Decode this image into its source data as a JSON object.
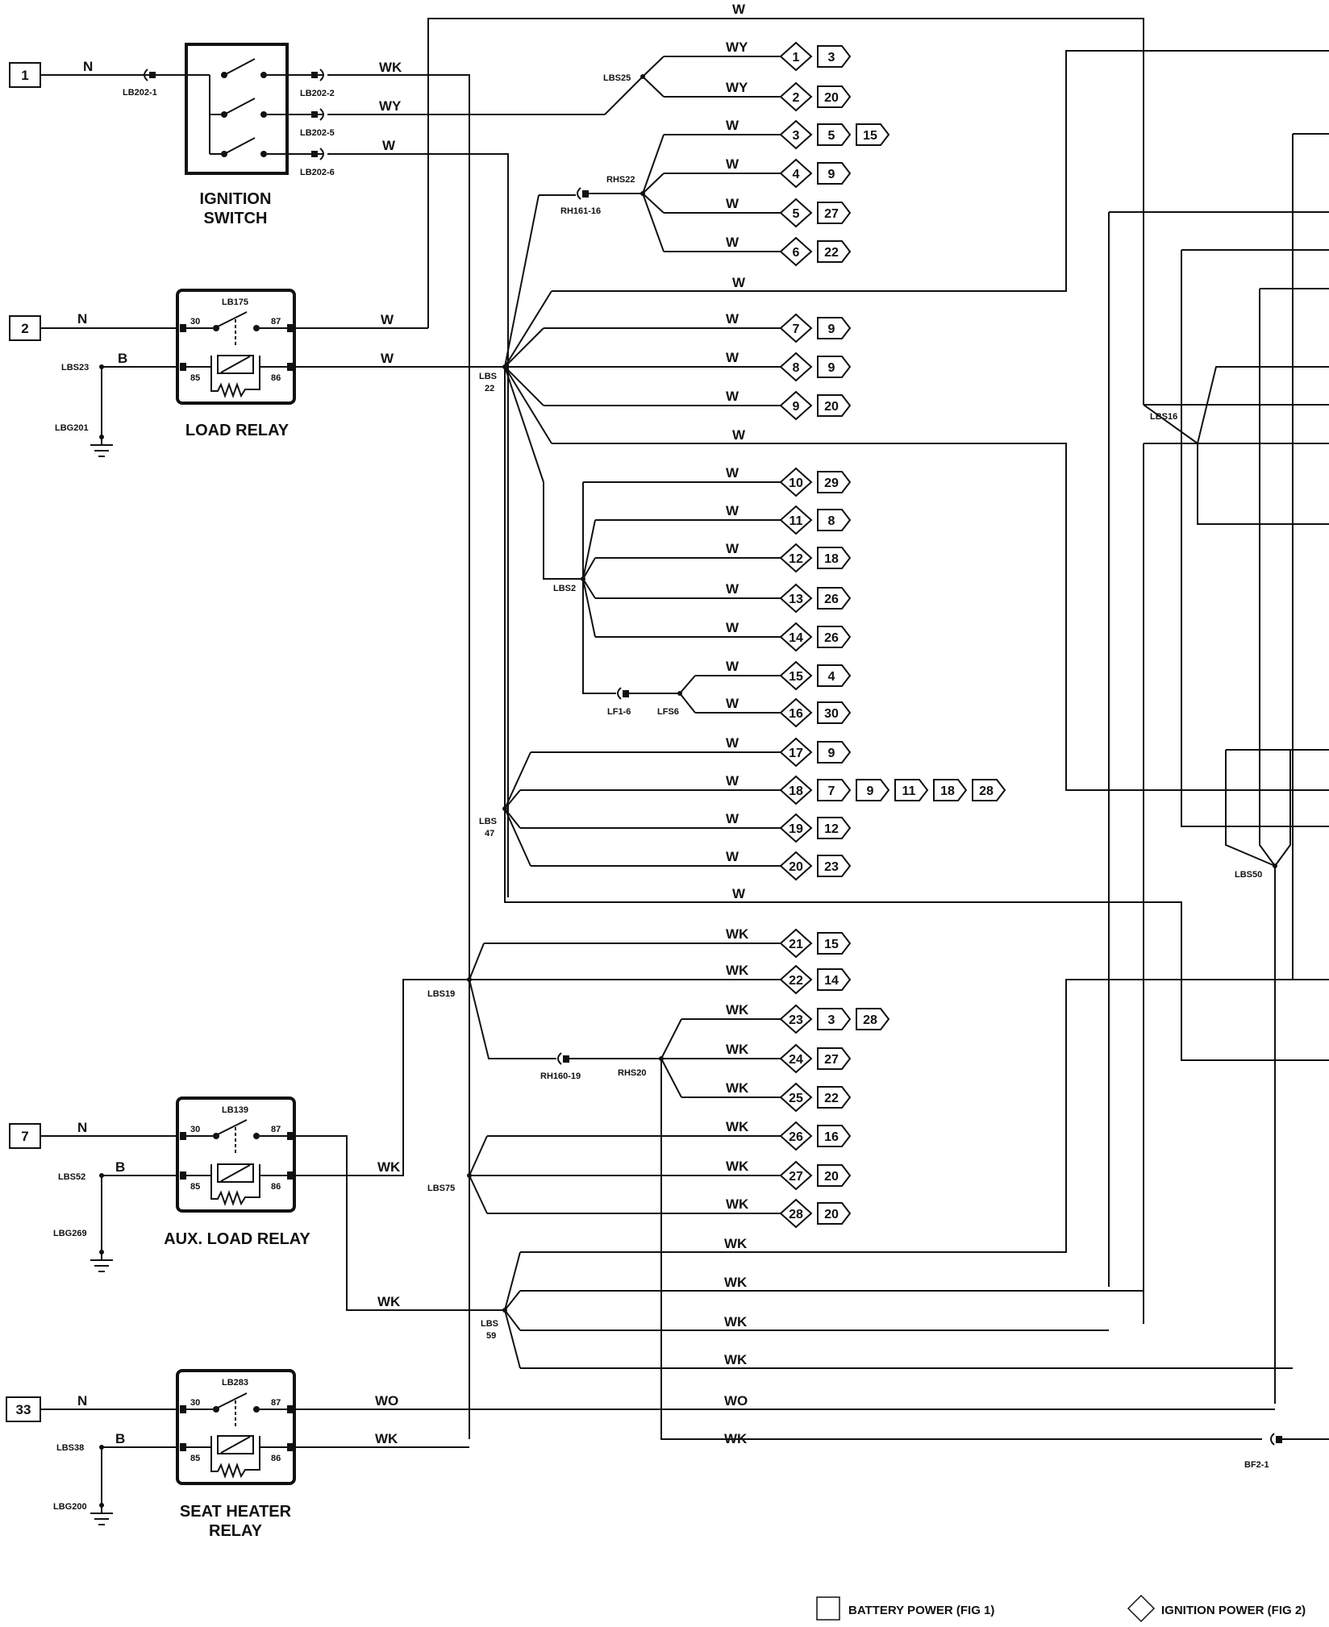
{
  "components": {
    "ignition_switch": {
      "line1": "IGNITION",
      "line2": "SWITCH"
    },
    "load_relay": {
      "label": "LOAD RELAY",
      "id": "LB175",
      "pin_30": "30",
      "pin_87": "87",
      "pin_85": "85",
      "pin_86": "86"
    },
    "aux_load_relay": {
      "label": "AUX. LOAD RELAY",
      "id": "LB139",
      "pin_30": "30",
      "pin_87": "87",
      "pin_85": "85",
      "pin_86": "86"
    },
    "seat_heater_relay": {
      "line1": "SEAT HEATER",
      "line2": "RELAY",
      "id": "LB283",
      "pin_30": "30",
      "pin_87": "87",
      "pin_85": "85",
      "pin_86": "86"
    }
  },
  "inputs": [
    {
      "num": "1",
      "wire": "N",
      "connector": "LB202-1"
    },
    {
      "num": "2",
      "wire": "N",
      "ground_wire": "B",
      "splice": "LBS23",
      "ground": "LBG201"
    },
    {
      "num": "7",
      "wire": "N",
      "ground_wire": "B",
      "splice": "LBS52",
      "ground": "LBG269"
    },
    {
      "num": "33",
      "wire": "N",
      "ground_wire": "B",
      "splice": "LBS38",
      "ground": "LBG200"
    }
  ],
  "connector_labels": {
    "lb202_2": "LB202-2",
    "lb202_5": "LB202-5",
    "lb202_6": "LB202-6",
    "lbs25": "LBS25",
    "rhs22": "RHS22",
    "rh161_16": "RH161-16",
    "lbs22_a": "LBS",
    "lbs22_b": "22",
    "lbs2": "LBS2",
    "lf1_6": "LF1-6",
    "lfs6": "LFS6",
    "lbs47_a": "LBS",
    "lbs47_b": "47",
    "lbs16": "LBS16",
    "lbs50": "LBS50",
    "lbs19": "LBS19",
    "rh160_19": "RH160-19",
    "rhs20": "RHS20",
    "lbs75": "LBS75",
    "lbs59_a": "LBS",
    "lbs59_b": "59",
    "bf2_1": "BF2-1"
  },
  "wire_labels": {
    "top_w": "W",
    "sw_wk": "WK",
    "sw_wy": "WY",
    "sw_w": "W",
    "relay87_w": "W",
    "relay86_w": "W",
    "aux86_wk": "WK",
    "aux87_wk": "WK",
    "seat87_wo": "WO",
    "seat86_wk": "WK",
    "h278": "W",
    "h424": "W",
    "h868": "W",
    "h1207": "WK",
    "h1245": "WK",
    "h1284": "WK",
    "h1322": "WK",
    "h1361": "WO",
    "h1400": "WK"
  },
  "circuits": [
    {
      "wire": "WY",
      "ign": "1",
      "refs": [
        "3"
      ]
    },
    {
      "wire": "WY",
      "ign": "2",
      "refs": [
        "20"
      ]
    },
    {
      "wire": "W",
      "ign": "3",
      "refs": [
        "5",
        "15"
      ]
    },
    {
      "wire": "W",
      "ign": "4",
      "refs": [
        "9"
      ]
    },
    {
      "wire": "W",
      "ign": "5",
      "refs": [
        "27"
      ]
    },
    {
      "wire": "W",
      "ign": "6",
      "refs": [
        "22"
      ]
    },
    {
      "wire": "W",
      "ign": "7",
      "refs": [
        "9"
      ]
    },
    {
      "wire": "W",
      "ign": "8",
      "refs": [
        "9"
      ]
    },
    {
      "wire": "W",
      "ign": "9",
      "refs": [
        "20"
      ]
    },
    {
      "wire": "W",
      "ign": "10",
      "refs": [
        "29"
      ]
    },
    {
      "wire": "W",
      "ign": "11",
      "refs": [
        "8"
      ]
    },
    {
      "wire": "W",
      "ign": "12",
      "refs": [
        "18"
      ]
    },
    {
      "wire": "W",
      "ign": "13",
      "refs": [
        "26"
      ]
    },
    {
      "wire": "W",
      "ign": "14",
      "refs": [
        "26"
      ]
    },
    {
      "wire": "W",
      "ign": "15",
      "refs": [
        "4"
      ]
    },
    {
      "wire": "W",
      "ign": "16",
      "refs": [
        "30"
      ]
    },
    {
      "wire": "W",
      "ign": "17",
      "refs": [
        "9"
      ]
    },
    {
      "wire": "W",
      "ign": "18",
      "refs": [
        "7",
        "9",
        "11",
        "18",
        "28"
      ]
    },
    {
      "wire": "W",
      "ign": "19",
      "refs": [
        "12"
      ]
    },
    {
      "wire": "W",
      "ign": "20",
      "refs": [
        "23"
      ]
    },
    {
      "wire": "WK",
      "ign": "21",
      "refs": [
        "15"
      ]
    },
    {
      "wire": "WK",
      "ign": "22",
      "refs": [
        "14"
      ]
    },
    {
      "wire": "WK",
      "ign": "23",
      "refs": [
        "3",
        "28"
      ]
    },
    {
      "wire": "WK",
      "ign": "24",
      "refs": [
        "27"
      ]
    },
    {
      "wire": "WK",
      "ign": "25",
      "refs": [
        "22"
      ]
    },
    {
      "wire": "WK",
      "ign": "26",
      "refs": [
        "16"
      ]
    },
    {
      "wire": "WK",
      "ign": "27",
      "refs": [
        "20"
      ]
    },
    {
      "wire": "WK",
      "ign": "28",
      "refs": [
        "20"
      ]
    }
  ],
  "legend": {
    "battery": "BATTERY POWER (FIG 1)",
    "ignition": "IGNITION POWER (FIG 2)"
  }
}
